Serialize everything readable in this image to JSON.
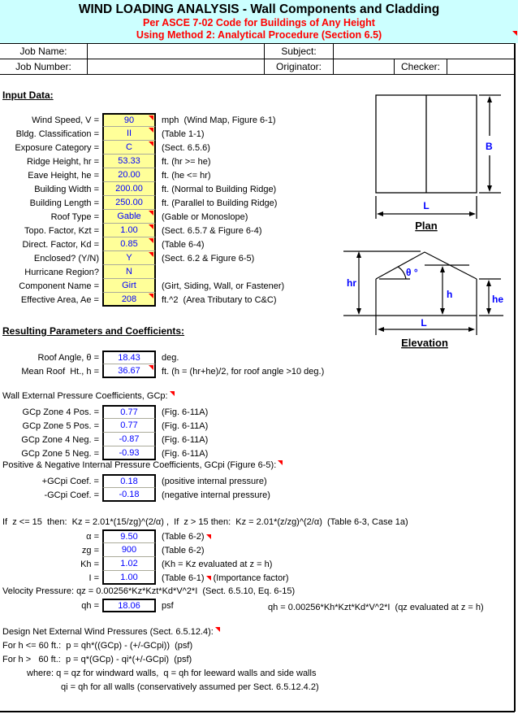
{
  "header": {
    "title": "WIND LOADING ANALYSIS - Wall Components and Cladding",
    "subtitle1": "Per ASCE 7-02 Code for Buildings of Any Height",
    "subtitle2": "Using Method 2: Analytical Procedure (Section 6.5)"
  },
  "job": {
    "job_name_label": "Job Name:",
    "job_name_value": "",
    "subject_label": "Subject:",
    "subject_value": "",
    "job_number_label": "Job Number:",
    "job_number_value": "",
    "originator_label": "Originator:",
    "originator_value": "",
    "checker_label": "Checker:",
    "checker_value": ""
  },
  "input": {
    "heading": "Input Data:",
    "rows": [
      {
        "label": "Wind Speed, V =",
        "value": "90",
        "unit": "mph  (Wind Map, Figure 6-1)"
      },
      {
        "label": "Bldg. Classification =",
        "value": "II",
        "unit": "(Table 1-1)"
      },
      {
        "label": "Exposure Category =",
        "value": "C",
        "unit": "(Sect. 6.5.6)"
      },
      {
        "label": "Ridge Height, hr =",
        "value": "53.33",
        "unit": "ft. (hr >= he)"
      },
      {
        "label": "Eave Height, he =",
        "value": "20.00",
        "unit": "ft. (he <= hr)"
      },
      {
        "label": "Building Width =",
        "value": "200.00",
        "unit": "ft. (Normal to Building Ridge)"
      },
      {
        "label": "Building Length =",
        "value": "250.00",
        "unit": "ft. (Parallel to Building Ridge)"
      },
      {
        "label": "Roof Type =",
        "value": "Gable",
        "unit": "(Gable or Monoslope)"
      },
      {
        "label": "Topo. Factor, Kzt =",
        "value": "1.00",
        "unit": "(Sect. 6.5.7 & Figure 6-4)"
      },
      {
        "label": "Direct. Factor, Kd =",
        "value": "0.85",
        "unit": "(Table 6-4)"
      },
      {
        "label": "Enclosed? (Y/N)",
        "value": "Y",
        "unit": "(Sect. 6.2 & Figure 6-5)"
      },
      {
        "label": "Hurricane Region?",
        "value": "N",
        "unit": ""
      },
      {
        "label": "Component Name =",
        "value": "Girt",
        "unit": "(Girt, Siding, Wall, or Fastener)"
      },
      {
        "label": "Effective Area, Ae =",
        "value": "208",
        "unit": "ft.^2  (Area Tributary to C&C)"
      }
    ]
  },
  "results": {
    "heading": "Resulting Parameters and Coefficients:",
    "param_rows": [
      {
        "label": "Roof Angle, θ =",
        "value": "18.43",
        "unit": "deg."
      },
      {
        "label": "Mean Roof  Ht., h =",
        "value": "36.67",
        "unit": "ft. (h = (hr+he)/2, for roof angle >10 deg.)"
      }
    ],
    "gcp_heading": "Wall External Pressure Coefficients, GCp:",
    "gcp_rows": [
      {
        "label": "GCp Zone 4 Pos. =",
        "value": "0.77",
        "unit": "(Fig. 6-11A)"
      },
      {
        "label": "GCp Zone 5 Pos. =",
        "value": "0.77",
        "unit": "(Fig. 6-11A)"
      },
      {
        "label": "GCp Zone 4 Neg. =",
        "value": "-0.87",
        "unit": "(Fig. 6-11A)"
      },
      {
        "label": "GCp Zone 5 Neg. =",
        "value": "-0.93",
        "unit": "(Fig. 6-11A)"
      }
    ],
    "gcpi_heading": "Positive & Negative Internal Pressure Coefficients, GCpi (Figure 6-5):",
    "gcpi_rows": [
      {
        "label": "+GCpi Coef. =",
        "value": "0.18",
        "unit": "(positive internal pressure)"
      },
      {
        "label": "-GCpi Coef. =",
        "value": "-0.18",
        "unit": "(negative internal pressure)"
      }
    ],
    "kz_formula": "If  z <= 15  then:  Kz = 2.01*(15/zg)^(2/α) ,  If  z > 15 then:  Kz = 2.01*(z/zg)^(2/α)  (Table 6-3, Case 1a)",
    "kz_rows": [
      {
        "label": "α =",
        "value": "9.50",
        "unit1": "(Table 6-2)",
        "unit2": ""
      },
      {
        "label": "zg =",
        "value": "900",
        "unit1": "(Table 6-2)",
        "unit2": ""
      },
      {
        "label": "Kh =",
        "value": "1.02",
        "unit1": "(Kh = Kz evaluated at z = h)",
        "unit2": ""
      },
      {
        "label": "I =",
        "value": "1.00",
        "unit1": "(Table 6-1)",
        "unit2": " (Importance factor)"
      }
    ],
    "velocity_line": "Velocity Pressure: qz = 0.00256*Kz*Kzt*Kd*V^2*I  (Sect. 6.5.10, Eq. 6-15)",
    "qh": {
      "label": "qh =",
      "value": "18.06",
      "unit": "psf",
      "formula": "qh = 0.00256*Kh*Kzt*Kd*V^2*I  (qz evaluated at z = h)"
    }
  },
  "design": {
    "heading": "Design Net External Wind Pressures (Sect. 6.5.12.4):",
    "line1": "For h <= 60 ft.:  p = qh*((GCp) - (+/-GCpi))  (psf)",
    "line2": "For h >   60 ft.:  p = q*(GCp) - qi*(+/-GCpi)  (psf)",
    "line3": "where: q = qz for windward walls,  q = qh for leeward walls and side walls",
    "line4": "qi = qh for all walls (conservatively assumed per Sect. 6.5.12.4.2)"
  },
  "diagrams": {
    "plan": {
      "caption": "Plan",
      "b": "B",
      "l": "L"
    },
    "elevation": {
      "caption": "Elevation",
      "hr": "hr",
      "h": "h",
      "he": "he",
      "l": "L",
      "theta": "θ °"
    }
  },
  "colors": {
    "header_bg": "#CCFFFF",
    "input_fill": "#FFFF99",
    "value_text": "#0000FF",
    "alert_red": "#FF0000"
  }
}
